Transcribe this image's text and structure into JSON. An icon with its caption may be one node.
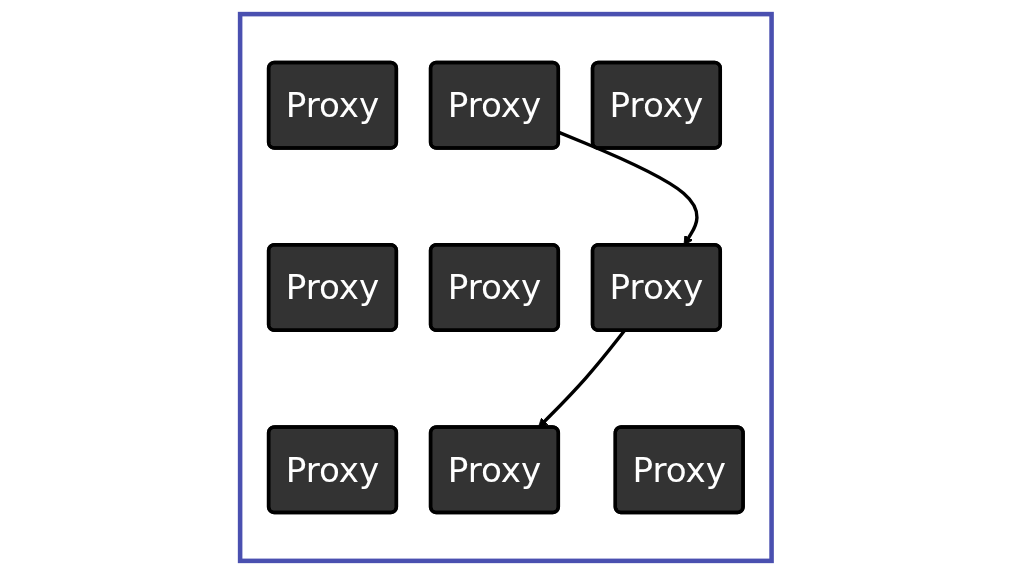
{
  "diagram": {
    "nodes": [
      {
        "text": [],
        "shape": "box"
      },
      {
        "text": [
          "Proxy"
        ],
        "in": 0
      },
      {
        "text": [
          "Proxy"
        ],
        "in": 0
      },
      {
        "text": [
          "Proxy"
        ],
        "in": 0
      },
      {
        "text": [
          "Proxy"
        ],
        "in": 0
      },
      {
        "text": [
          "Proxy"
        ],
        "in": 0
      },
      {
        "text": [
          "Proxy"
        ],
        "in": 0
      },
      {
        "text": [
          "Proxy"
        ],
        "in": 0
      },
      {
        "text": [
          "Proxy"
        ],
        "in": 0
      },
      {
        "text": [
          "Proxy"
        ],
        "in": 0
      }
    ],
    "edges": [
      {
        "from": 2,
        "to": 6,
        "arrow": "to"
      },
      {
        "from": 6,
        "to": 8,
        "arrow": "to"
      }
    ]
  }
}
